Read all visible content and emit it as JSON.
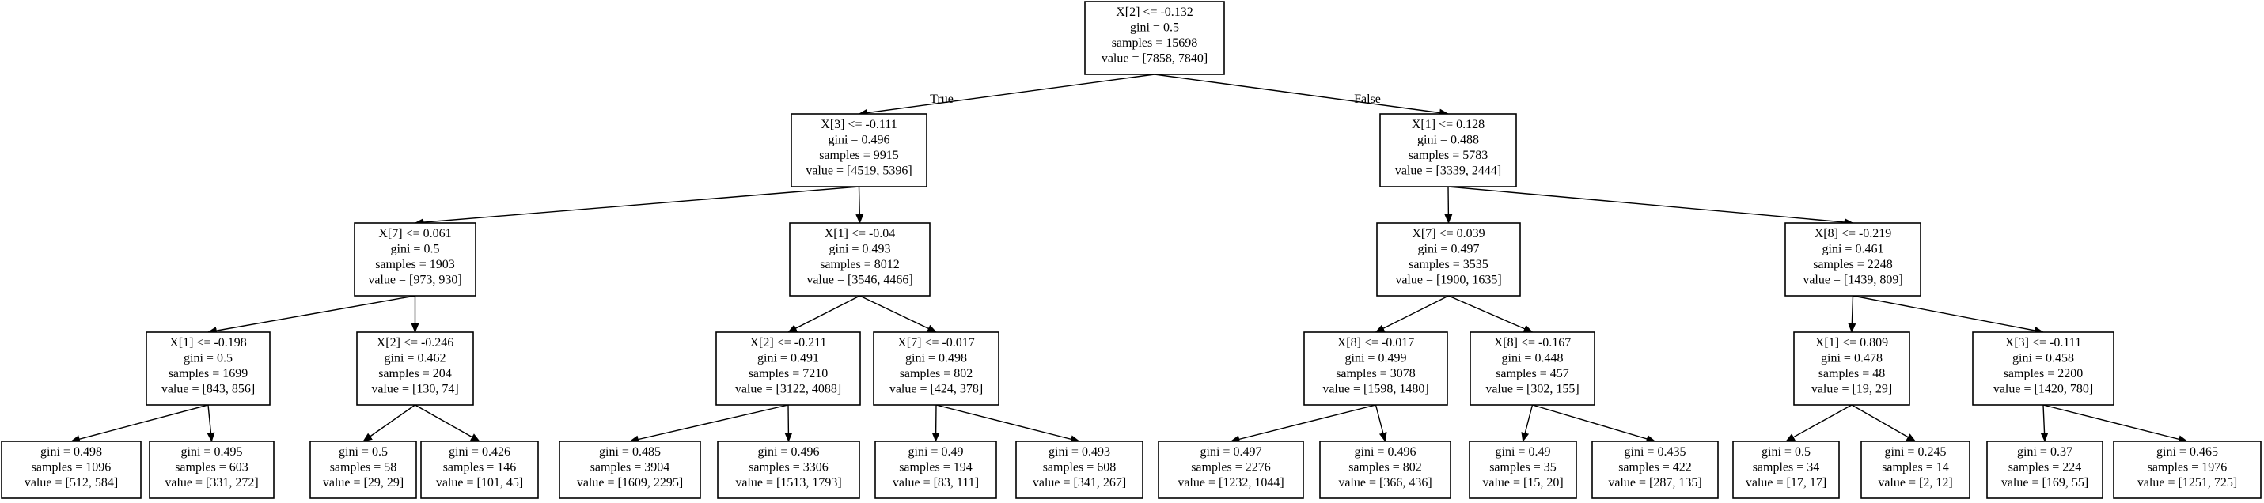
{
  "nodes": [
    {
      "id": "n0",
      "lines": [
        "X[2] <= -0.132",
        "gini = 0.5",
        "samples = 15698",
        "value = [7858, 7840]"
      ]
    },
    {
      "id": "n1",
      "lines": [
        "X[3] <= -0.111",
        "gini = 0.496",
        "samples = 9915",
        "value = [4519, 5396]"
      ]
    },
    {
      "id": "n2",
      "lines": [
        "X[1] <= 0.128",
        "gini = 0.488",
        "samples = 5783",
        "value = [3339, 2444]"
      ]
    },
    {
      "id": "n3",
      "lines": [
        "X[7] <= 0.061",
        "gini = 0.5",
        "samples = 1903",
        "value = [973, 930]"
      ]
    },
    {
      "id": "n4",
      "lines": [
        "X[1] <= -0.04",
        "gini = 0.493",
        "samples = 8012",
        "value = [3546, 4466]"
      ]
    },
    {
      "id": "n5",
      "lines": [
        "X[7] <= 0.039",
        "gini = 0.497",
        "samples = 3535",
        "value = [1900, 1635]"
      ]
    },
    {
      "id": "n6",
      "lines": [
        "X[8] <= -0.219",
        "gini = 0.461",
        "samples = 2248",
        "value = [1439, 809]"
      ]
    },
    {
      "id": "n7",
      "lines": [
        "X[1] <= -0.198",
        "gini = 0.5",
        "samples = 1699",
        "value = [843, 856]"
      ]
    },
    {
      "id": "n8",
      "lines": [
        "X[2] <= -0.246",
        "gini = 0.462",
        "samples = 204",
        "value = [130, 74]"
      ]
    },
    {
      "id": "n9",
      "lines": [
        "X[2] <= -0.211",
        "gini = 0.491",
        "samples = 7210",
        "value = [3122, 4088]"
      ]
    },
    {
      "id": "n10",
      "lines": [
        "X[7] <= -0.017",
        "gini = 0.498",
        "samples = 802",
        "value = [424, 378]"
      ]
    },
    {
      "id": "n11",
      "lines": [
        "X[8] <= -0.017",
        "gini = 0.499",
        "samples = 3078",
        "value = [1598, 1480]"
      ]
    },
    {
      "id": "n12",
      "lines": [
        "X[8] <= -0.167",
        "gini = 0.448",
        "samples = 457",
        "value = [302, 155]"
      ]
    },
    {
      "id": "n13",
      "lines": [
        "X[1] <= 0.809",
        "gini = 0.478",
        "samples = 48",
        "value = [19, 29]"
      ]
    },
    {
      "id": "n14",
      "lines": [
        "X[3] <= -0.111",
        "gini = 0.458",
        "samples = 2200",
        "value = [1420, 780]"
      ]
    },
    {
      "id": "n15",
      "lines": [
        "gini = 0.498",
        "samples = 1096",
        "value = [512, 584]"
      ]
    },
    {
      "id": "n16",
      "lines": [
        "gini = 0.495",
        "samples = 603",
        "value = [331, 272]"
      ]
    },
    {
      "id": "n17",
      "lines": [
        "gini = 0.5",
        "samples = 58",
        "value = [29, 29]"
      ]
    },
    {
      "id": "n18",
      "lines": [
        "gini = 0.426",
        "samples = 146",
        "value = [101, 45]"
      ]
    },
    {
      "id": "n19",
      "lines": [
        "gini = 0.485",
        "samples = 3904",
        "value = [1609, 2295]"
      ]
    },
    {
      "id": "n20",
      "lines": [
        "gini = 0.496",
        "samples = 3306",
        "value = [1513, 1793]"
      ]
    },
    {
      "id": "n21",
      "lines": [
        "gini = 0.49",
        "samples = 194",
        "value = [83, 111]"
      ]
    },
    {
      "id": "n22",
      "lines": [
        "gini = 0.493",
        "samples = 608",
        "value = [341, 267]"
      ]
    },
    {
      "id": "n23",
      "lines": [
        "gini = 0.497",
        "samples = 2276",
        "value = [1232, 1044]"
      ]
    },
    {
      "id": "n24",
      "lines": [
        "gini = 0.496",
        "samples = 802",
        "value = [366, 436]"
      ]
    },
    {
      "id": "n25",
      "lines": [
        "gini = 0.49",
        "samples = 35",
        "value = [15, 20]"
      ]
    },
    {
      "id": "n26",
      "lines": [
        "gini = 0.435",
        "samples = 422",
        "value = [287, 135]"
      ]
    },
    {
      "id": "n27",
      "lines": [
        "gini = 0.5",
        "samples = 34",
        "value = [17, 17]"
      ]
    },
    {
      "id": "n28",
      "lines": [
        "gini = 0.245",
        "samples = 14",
        "value = [2, 12]"
      ]
    },
    {
      "id": "n29",
      "lines": [
        "gini = 0.37",
        "samples = 224",
        "value = [169, 55]"
      ]
    },
    {
      "id": "n30",
      "lines": [
        "gini = 0.465",
        "samples = 1976",
        "value = [1251, 725]"
      ]
    }
  ],
  "edges": [
    {
      "from": "n0",
      "to": "n1",
      "label": "True"
    },
    {
      "from": "n0",
      "to": "n2",
      "label": "False"
    },
    {
      "from": "n1",
      "to": "n3"
    },
    {
      "from": "n1",
      "to": "n4"
    },
    {
      "from": "n2",
      "to": "n5"
    },
    {
      "from": "n2",
      "to": "n6"
    },
    {
      "from": "n3",
      "to": "n7"
    },
    {
      "from": "n3",
      "to": "n8"
    },
    {
      "from": "n4",
      "to": "n9"
    },
    {
      "from": "n4",
      "to": "n10"
    },
    {
      "from": "n5",
      "to": "n11"
    },
    {
      "from": "n5",
      "to": "n12"
    },
    {
      "from": "n6",
      "to": "n13"
    },
    {
      "from": "n6",
      "to": "n14"
    },
    {
      "from": "n7",
      "to": "n15"
    },
    {
      "from": "n7",
      "to": "n16"
    },
    {
      "from": "n8",
      "to": "n17"
    },
    {
      "from": "n8",
      "to": "n18"
    },
    {
      "from": "n9",
      "to": "n19"
    },
    {
      "from": "n9",
      "to": "n20"
    },
    {
      "from": "n10",
      "to": "n21"
    },
    {
      "from": "n10",
      "to": "n22"
    },
    {
      "from": "n11",
      "to": "n23"
    },
    {
      "from": "n11",
      "to": "n24"
    },
    {
      "from": "n12",
      "to": "n25"
    },
    {
      "from": "n12",
      "to": "n26"
    },
    {
      "from": "n13",
      "to": "n27"
    },
    {
      "from": "n13",
      "to": "n28"
    },
    {
      "from": "n14",
      "to": "n29"
    },
    {
      "from": "n14",
      "to": "n30"
    }
  ]
}
